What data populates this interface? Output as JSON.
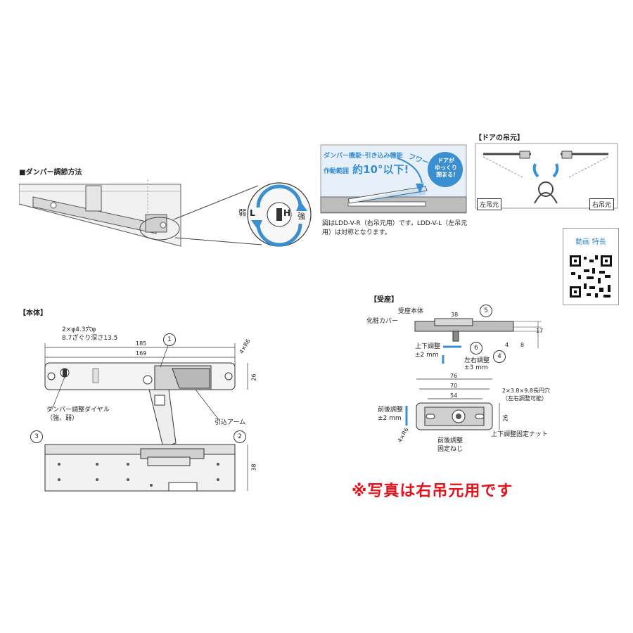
{
  "damper_section": {
    "title": "■ダンパー調節方法",
    "weak_label": "弱",
    "strong_label": "強",
    "dial_l": "L",
    "dial_h": "H"
  },
  "speed_section": {
    "banner_line1": "ダンパー機能･引き込み機能",
    "banner_line2_prefix": "作動範囲",
    "banner_line2_value": "約10°以下!",
    "bubble_line1": "ドアが",
    "bubble_line2": "ゆっくり",
    "bubble_line3": "閉まる!",
    "curve_text": "フワー",
    "caption": "図はLDD-V-R（右吊元用）です。LDD-V-L（左吊元用）は対称となります。"
  },
  "hinge_section": {
    "title": "【ドアの吊元】",
    "left_label": "左吊元",
    "right_label": "右吊元"
  },
  "video": {
    "label": "動画 特長"
  },
  "body_section": {
    "title": "【本体】",
    "hole_note_line1": "2×φ4.3穴φ",
    "hole_note_line2": "8.7ざぐり深さ13.5",
    "dim_185": "185",
    "dim_169": "169",
    "dim_26": "26",
    "dim_38": "38",
    "dim_4xr6": "4×R6",
    "dial_note_line1": "ダンパー調整ダイヤル",
    "dial_note_line2": "（強、弱）",
    "arm_label": "引込アーム",
    "callout_1": "1",
    "callout_2": "2",
    "callout_3": "3"
  },
  "receiver_section": {
    "title": "【受座】",
    "body_label": "受座本体",
    "cover_label": "化粧カバー",
    "dim_38": "38",
    "dim_4": "4",
    "dim_8": "8",
    "dim_17": "17",
    "vertical_adjust_line1": "上下調整",
    "vertical_adjust_line2": "±2 mm",
    "lateral_adjust_line1": "左右調整",
    "lateral_adjust_line2": "±3 mm",
    "dim_76": "76",
    "dim_70": "70",
    "dim_54": "54",
    "dim_26": "26",
    "dim_4xr6": "4×R6",
    "front_back_line1": "前後調整",
    "front_back_line2": "±2 mm",
    "slot_note_line1": "2×3.8×9.8長円穴",
    "slot_note_line2": "（左右調整可能）",
    "nut_label": "上下調整固定ナット",
    "screw_line1": "前後調整",
    "screw_line2": "固定ねじ",
    "callout_4": "4",
    "callout_5": "5",
    "callout_6": "6"
  },
  "notice": {
    "text": "※写真は右吊元用です"
  },
  "colors": {
    "accent_blue": "#3a8fd0",
    "light_blue": "#dbeaf6",
    "notice_red": "#e3121b",
    "part_gray": "#c9c9c9"
  }
}
